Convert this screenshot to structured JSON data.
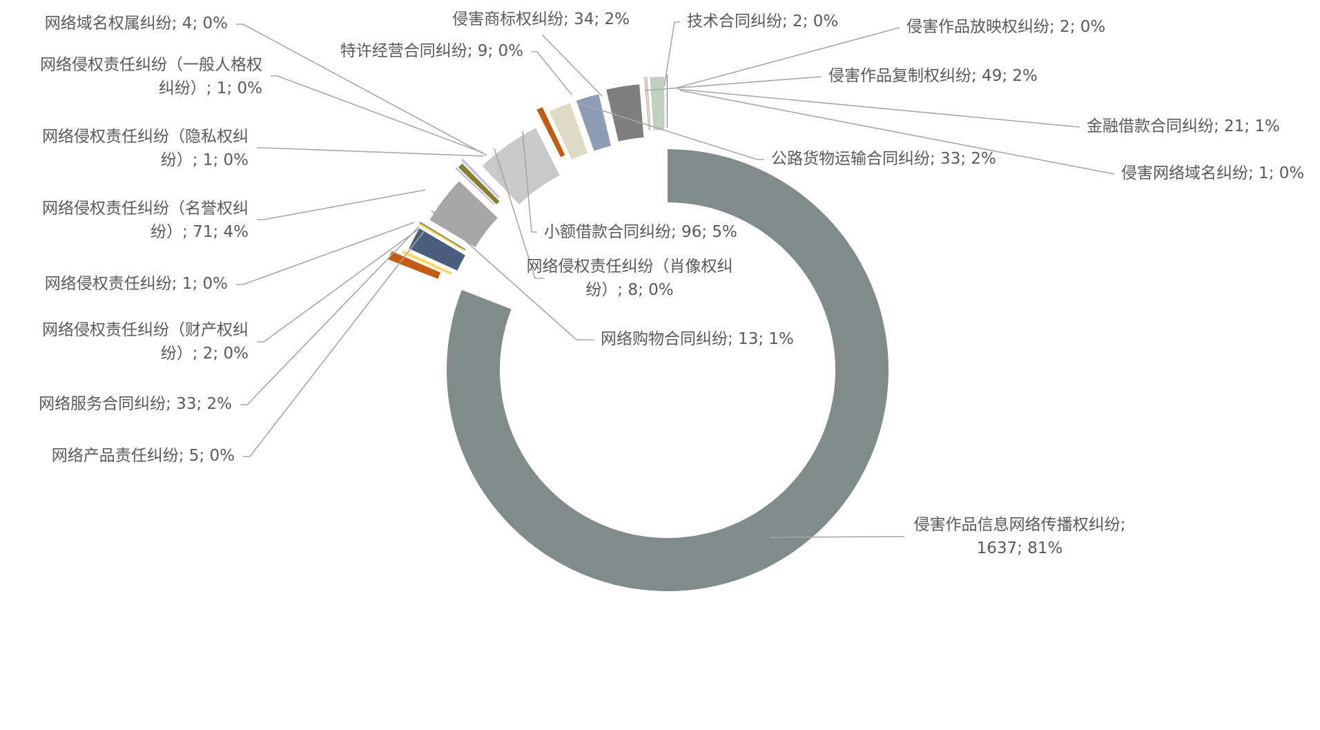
{
  "chart_data": {
    "type": "pie",
    "variant": "exploded-donut",
    "legend": "none",
    "categories": [
      "侵害作品信息网络传播权纠纷",
      "网络购物合同纠纷",
      "网络产品责任纠纷",
      "网络服务合同纠纷",
      "网络侵权责任纠纷（财产权纠纷）",
      "网络侵权责任纠纷",
      "网络侵权责任纠纷（名誉权纠纷）",
      "网络侵权责任纠纷（隐私权纠纷）",
      "网络侵权责任纠纷（一般人格权纠纷）",
      "网络侵权责任纠纷（肖像权纠纷）",
      "网络域名权属纠纷",
      "小额借款合同纠纷",
      "特许经营合同纠纷",
      "公路货物运输合同纠纷",
      "侵害商标权纠纷",
      "侵害作品复制权纠纷",
      "技术合同纠纷",
      "侵害作品放映权纠纷",
      "金融借款合同纠纷",
      "侵害网络域名纠纷"
    ],
    "values": [
      1637,
      13,
      5,
      33,
      2,
      1,
      71,
      1,
      1,
      8,
      4,
      96,
      9,
      33,
      34,
      49,
      2,
      2,
      21,
      1
    ],
    "colors": [
      "#7f8c8a",
      "#c55a11",
      "#ffd966",
      "#4a5f7e",
      "#ffc000",
      "#6b6b6b",
      "#a6a6a6",
      "#a8a8d8",
      "#d9d9d9",
      "#8b7d2b",
      "#c8c0e8",
      "#c9c9c9",
      "#c55a11",
      "#dcdcc6",
      "#8c9db5",
      "#7f7f7f",
      "#d9b8a0",
      "#c0c0c0",
      "#c0d0c0",
      "#7f8c8a"
    ],
    "labels": [
      [
        "侵害作品信息网络传播权纠纷;",
        "1637; 81%"
      ],
      [
        "网络购物合同纠纷; 13; 1%"
      ],
      [
        "网络产品责任纠纷; 5; 0%"
      ],
      [
        "网络服务合同纠纷; 33; 2%"
      ],
      [
        "网络侵权责任纠纷（财产权纠",
        "纷）; 2; 0%"
      ],
      [
        "网络侵权责任纠纷; 1; 0%"
      ],
      [
        "网络侵权责任纠纷（名誉权纠",
        "纷）; 71; 4%"
      ],
      [
        "网络侵权责任纠纷（隐私权纠",
        "纷）; 1; 0%"
      ],
      [
        "网络侵权责任纠纷（一般人格权",
        "纠纷）; 1; 0%"
      ],
      [
        "网络侵权责任纠纷（肖像权纠",
        "纷）; 8; 0%"
      ],
      [
        "网络域名权属纠纷; 4; 0%"
      ],
      [
        "小额借款合同纠纷; 96; 5%"
      ],
      [
        "特许经营合同纠纷; 9; 0%"
      ],
      [
        "公路货物运输合同纠纷; 33; 2%"
      ],
      [
        "侵害商标权纠纷; 34; 2%"
      ],
      [
        "侵害作品复制权纠纷; 49; 2%"
      ],
      [
        "技术合同纠纷; 2; 0%"
      ],
      [
        "侵害作品放映权纠纷; 2; 0%"
      ],
      [
        "金融借款合同纠纷; 21; 1%"
      ],
      [
        "侵害网络域名纠纷; 1; 0%"
      ]
    ]
  }
}
